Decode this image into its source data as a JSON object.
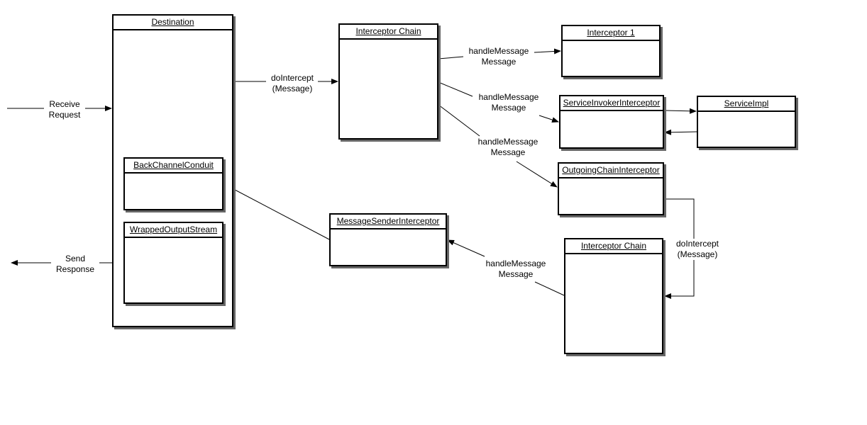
{
  "boxes": {
    "destination": "Destination",
    "interceptor_chain_1": "Interceptor Chain",
    "interceptor_1": "Interceptor 1",
    "service_invoker_interceptor": "ServiceInvokerInterceptor",
    "service_impl": "ServiceImpl",
    "outgoing_chain_interceptor": "OutgoingChainInterceptor",
    "back_channel_conduit": "BackChannelConduit",
    "wrapped_output_stream": "WrappedOutputStream",
    "message_sender_interceptor": "MessageSenderInterceptor",
    "interceptor_chain_2": "Interceptor Chain"
  },
  "labels": {
    "receive": [
      "Receive",
      "Request"
    ],
    "do_intercept_1": [
      "doIntercept",
      "(Message)"
    ],
    "handle_1": [
      "handleMessage",
      "Message"
    ],
    "handle_2": [
      "handleMessage",
      "Message"
    ],
    "handle_3": [
      "handleMessage",
      "Message"
    ],
    "do_intercept_2": [
      "doIntercept",
      "(Message)"
    ],
    "handle_4": [
      "handleMessage",
      "Message"
    ],
    "send": [
      "Send",
      "Response"
    ]
  }
}
